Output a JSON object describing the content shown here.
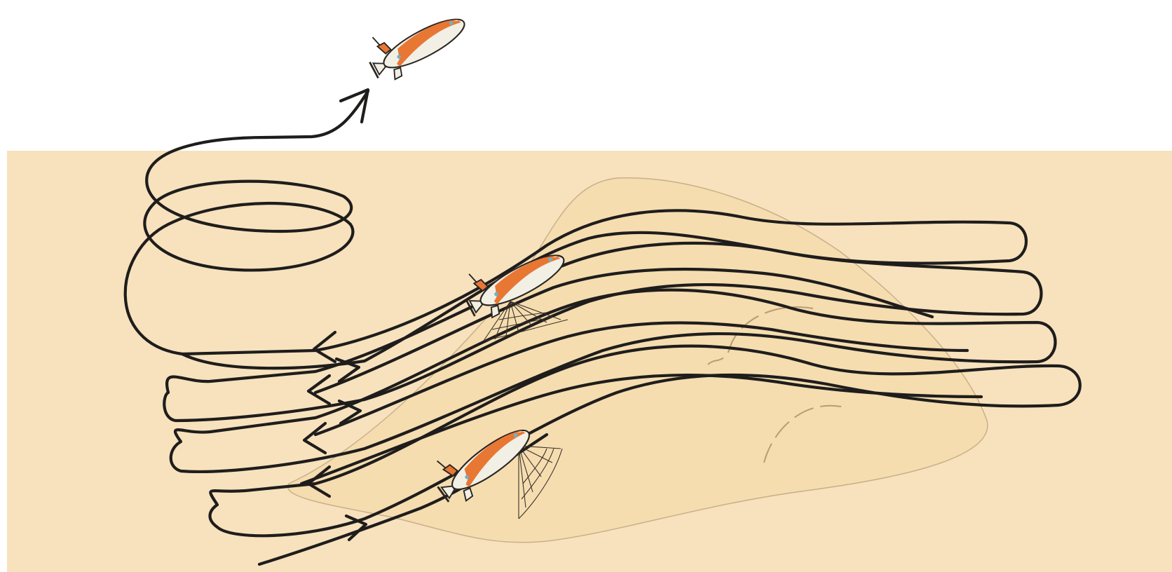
{
  "diagram": {
    "elements": [
      "sea-region",
      "seamount",
      "lawnmower-survey-track",
      "descent-spiral",
      "ascent-path",
      "auv-surface",
      "auv-upper",
      "auv-lower",
      "sonar-beams"
    ]
  },
  "colors": {
    "sea": "#f7e2bd",
    "seamount": "#f5ddb0",
    "track": "#1f1d1c",
    "auv_hull": "#f2efe5",
    "auv_stripe": "#e87733",
    "auv_light": "#6fb1c9",
    "sonar": "#3a3128"
  }
}
